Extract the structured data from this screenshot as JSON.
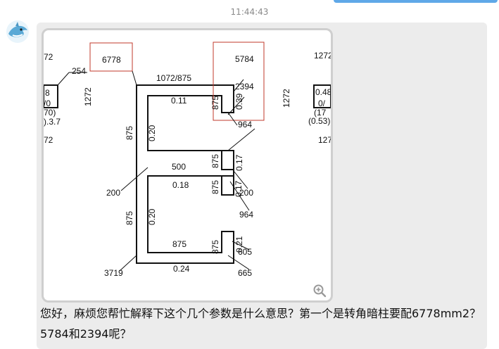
{
  "chat": {
    "timestamp": "11:44:43",
    "message_text": "您好，麻烦您帮忙解释下这个几个参数是什么意思？第一个是转角暗柱要配6778mm2？5784和2394呢？"
  },
  "icons": {
    "avatar": "shark-avatar",
    "zoom": "zoom-in-icon"
  },
  "drawing": {
    "labels": {
      "left_72_top": "72",
      "left_8": "8",
      "left_0": "/0",
      "left_70": "70)",
      "left_37": ").3.7",
      "left_72_bottom": "72",
      "left_254": "254",
      "left_1272": "1272",
      "box_6778": "6778",
      "top_1072": "1072/875",
      "box_5784": "5784",
      "box_2394": "2394",
      "top_011": "0.11",
      "top_875v": "875",
      "top_039": "0.39",
      "right_1272": "1272",
      "r_127_top": "1272",
      "r_048": "0.48",
      "r_0": "0/",
      "r_17": "(17",
      "r_053": "(0.53)",
      "r_127_bottom": "127",
      "mid_964": "964",
      "left_875_upper": "875",
      "left_020_upper": "0.20",
      "mid_500": "500",
      "mid_875_a": "875",
      "mid_017_a": "0.17",
      "mid_018": "0.18",
      "mid_875_b": "875",
      "mid_017_b": "0.17",
      "mid_200_right": "200",
      "left_200": "200",
      "mid_964_b": "964",
      "left_875_lower": "875",
      "left_020_lower": "0.20",
      "bot_875": "875",
      "bot_875v": "875",
      "bot_021": "0.21",
      "bot_605": "605",
      "left_3719": "3719",
      "bot_024": "0.24",
      "bot_665": "665"
    }
  }
}
